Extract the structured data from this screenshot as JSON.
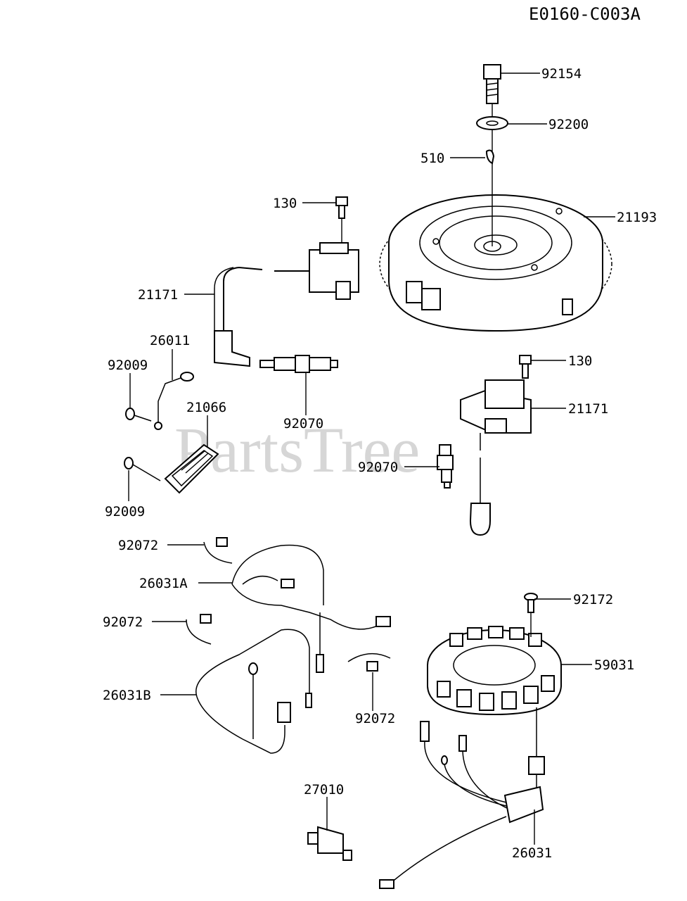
{
  "diagram_code": "E0160-C003A",
  "watermark": "PartsTree",
  "callouts": [
    {
      "id": "92154",
      "text": "92154"
    },
    {
      "id": "92200",
      "text": "92200"
    },
    {
      "id": "510",
      "text": "510"
    },
    {
      "id": "130a",
      "text": "130"
    },
    {
      "id": "21193",
      "text": "21193"
    },
    {
      "id": "21171a",
      "text": "21171"
    },
    {
      "id": "26011",
      "text": "26011"
    },
    {
      "id": "92009a",
      "text": "92009"
    },
    {
      "id": "21066",
      "text": "21066"
    },
    {
      "id": "92070a",
      "text": "92070"
    },
    {
      "id": "130b",
      "text": "130"
    },
    {
      "id": "21171b",
      "text": "21171"
    },
    {
      "id": "92070b",
      "text": "92070"
    },
    {
      "id": "92009b",
      "text": "92009"
    },
    {
      "id": "92072a",
      "text": "92072"
    },
    {
      "id": "26031A",
      "text": "26031A"
    },
    {
      "id": "92172",
      "text": "92172"
    },
    {
      "id": "92072b",
      "text": "92072"
    },
    {
      "id": "59031",
      "text": "59031"
    },
    {
      "id": "26031B",
      "text": "26031B"
    },
    {
      "id": "92072c",
      "text": "92072"
    },
    {
      "id": "27010",
      "text": "27010"
    },
    {
      "id": "26031",
      "text": "26031"
    }
  ]
}
